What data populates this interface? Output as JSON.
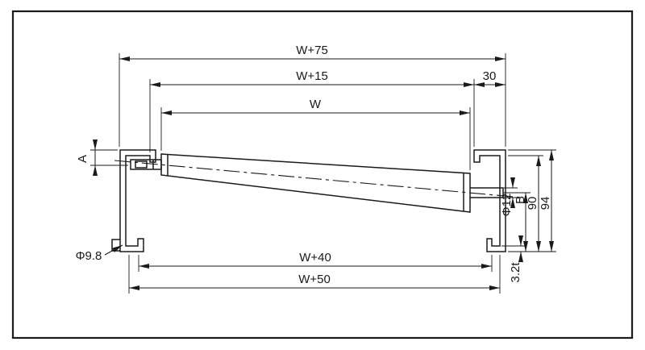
{
  "diagram": {
    "name": "roller-conveyor-side-frame-cross-section",
    "colors": {
      "line": "#1a1a1a",
      "background": "#ffffff"
    },
    "labels": {
      "dim_w75": "W+75",
      "dim_w15": "W+15",
      "dim_30": "30",
      "dim_w": "W",
      "dim_w40": "W+40",
      "dim_w50": "W+50",
      "dim_a": "A",
      "dim_phi98": "Φ9.8",
      "dim_phi12": "Φ12",
      "dim_b": "B",
      "dim_90": "90",
      "dim_94": "94",
      "dim_32t": "3.2t"
    }
  }
}
